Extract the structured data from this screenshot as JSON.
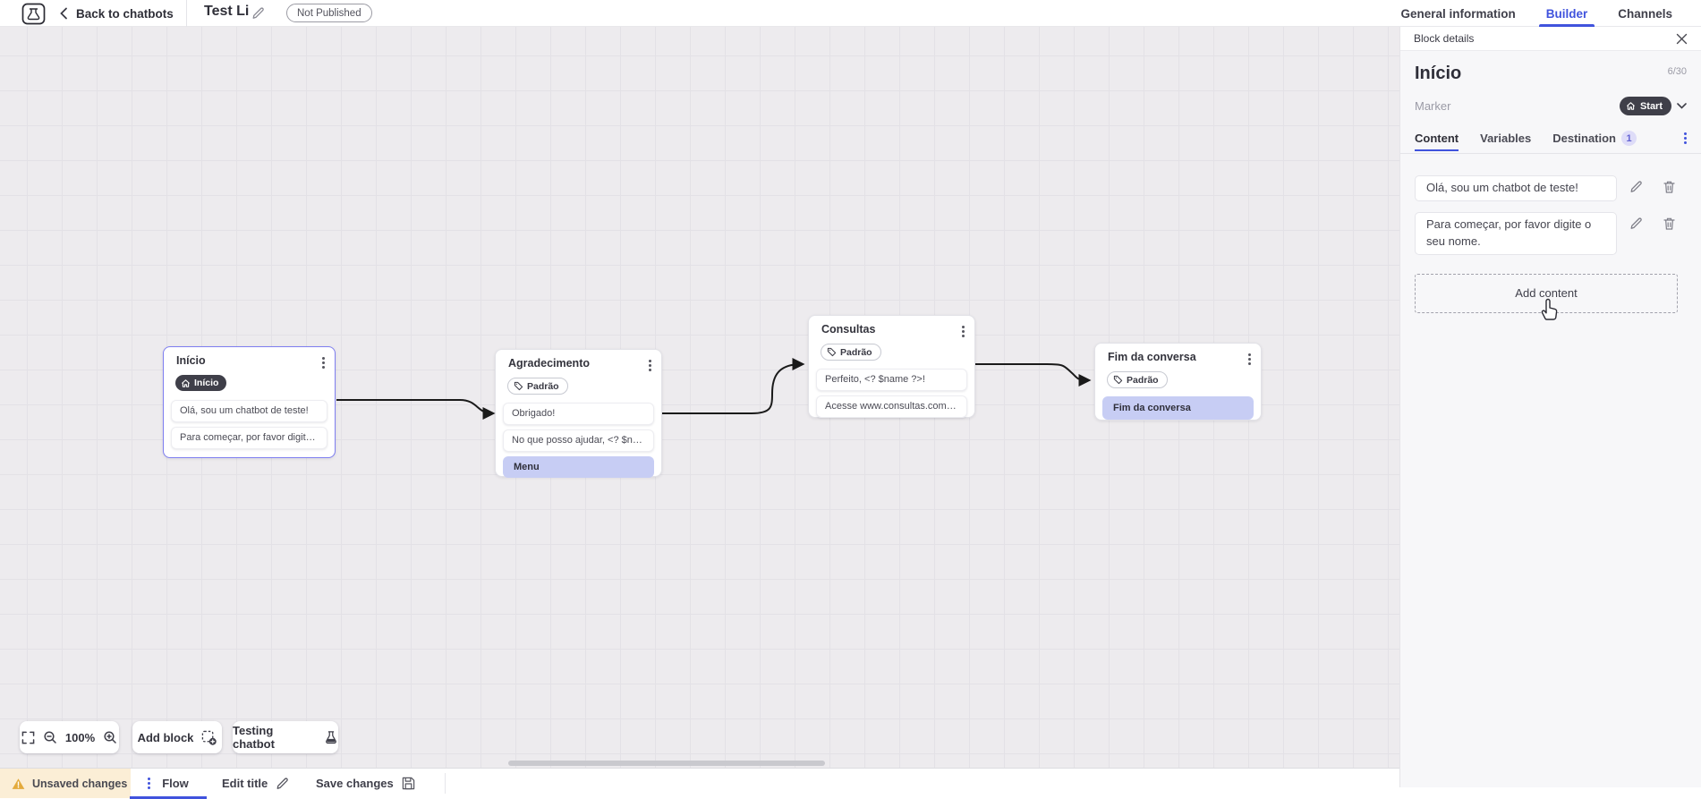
{
  "topbar": {
    "back_label": "Back to chatbots",
    "title": "Test Li",
    "status_badge": "Not Published",
    "tabs": [
      {
        "label": "General information",
        "active": false
      },
      {
        "label": "Builder",
        "active": true
      },
      {
        "label": "Channels",
        "active": false
      }
    ]
  },
  "panel": {
    "header": "Block details",
    "block_name": "Início",
    "char_counter": "6/30",
    "marker_label": "Marker",
    "marker_value": "Start",
    "tabs": {
      "content": "Content",
      "variables": "Variables",
      "destination": "Destination",
      "destination_badge": "1"
    },
    "messages": [
      {
        "text": "Olá, sou um chatbot de teste!"
      },
      {
        "text": "Para começar, por favor digite o seu nome."
      }
    ],
    "add_content_label": "Add content"
  },
  "canvas": {
    "blocks": [
      {
        "title": "Início",
        "marker_pill": "Início",
        "rows": [
          {
            "text": "Olá, sou um chatbot de teste!"
          },
          {
            "text": "Para começar, por favor digite o ..."
          }
        ]
      },
      {
        "title": "Agradecimento",
        "tag": "Padrão",
        "rows": [
          {
            "text": "Obrigado!"
          },
          {
            "text": "No que posso ajudar, <? $name ..."
          },
          {
            "text": "Menu"
          }
        ]
      },
      {
        "title": "Consultas",
        "tag": "Padrão",
        "rows": [
          {
            "text": "Perfeito, <? $name ?>!"
          },
          {
            "text": "Acesse www.consultas.com par..."
          }
        ]
      },
      {
        "title": "Fim da conversa",
        "tag": "Padrão",
        "rows": [
          {
            "text": "Fim da conversa"
          }
        ]
      }
    ],
    "controls": {
      "zoom_level": "100%",
      "add_block_label": "Add block",
      "testing_chatbot_label": "Testing chatbot"
    }
  },
  "bottombar": {
    "unsaved_label": "Unsaved changes",
    "flow_tab_label": "Flow",
    "edit_title_label": "Edit title",
    "save_label": "Save changes"
  },
  "colors": {
    "accent_blue": "#4053dd",
    "selected_block_border": "#7e7ef0",
    "dark_pill_bg": "#3f3f49",
    "highlight_row_bg": "#c7cdf4",
    "warning_bg": "#fbeed6",
    "warning_icon": "#e3aa3c"
  }
}
